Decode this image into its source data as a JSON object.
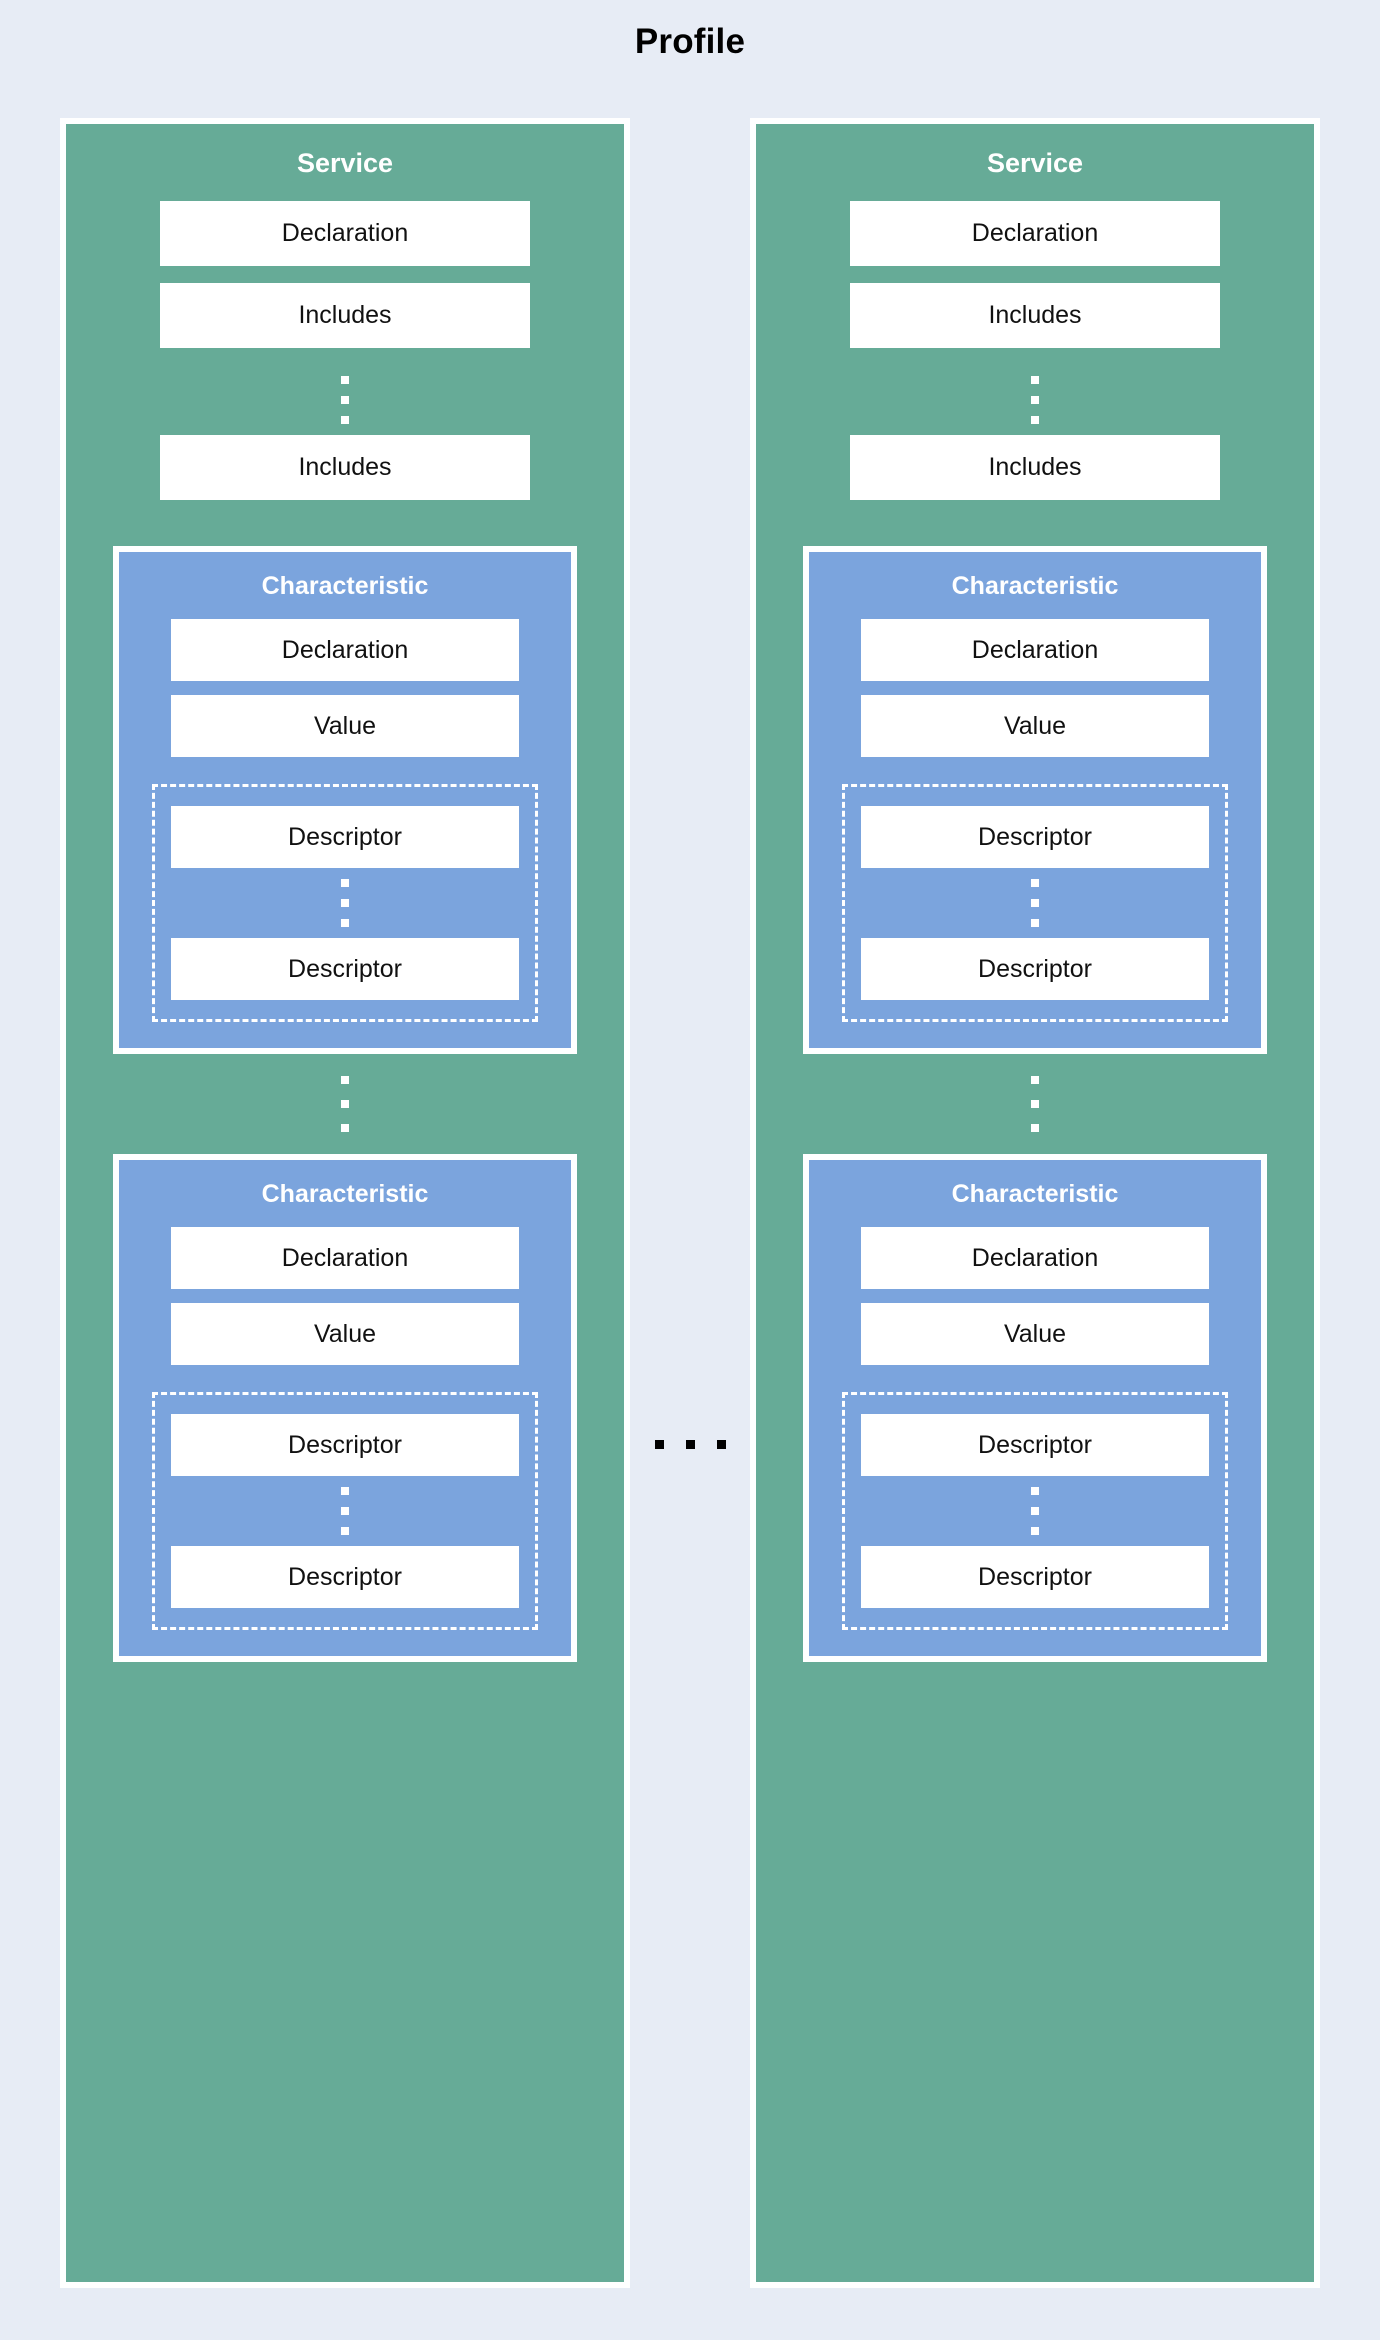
{
  "diagram": {
    "title": "Profile",
    "background_color": "#e7ecf5",
    "service_color": "#66ab97",
    "characteristic_color": "#7ba4dd",
    "box_color": "#ffffff",
    "border_color": "#ffffff",
    "continuation_marker": "...",
    "services": [
      {
        "title": "Service",
        "items": [
          {
            "label": "Declaration"
          },
          {
            "label": "Includes"
          },
          {
            "label": "Includes"
          }
        ],
        "characteristics": [
          {
            "title": "Characteristic",
            "items": [
              {
                "label": "Declaration"
              },
              {
                "label": "Value"
              }
            ],
            "descriptors": [
              {
                "label": "Descriptor"
              },
              {
                "label": "Descriptor"
              }
            ]
          },
          {
            "title": "Characteristic",
            "items": [
              {
                "label": "Declaration"
              },
              {
                "label": "Value"
              }
            ],
            "descriptors": [
              {
                "label": "Descriptor"
              },
              {
                "label": "Descriptor"
              }
            ]
          }
        ]
      },
      {
        "title": "Service",
        "items": [
          {
            "label": "Declaration"
          },
          {
            "label": "Includes"
          },
          {
            "label": "Includes"
          }
        ],
        "characteristics": [
          {
            "title": "Characteristic",
            "items": [
              {
                "label": "Declaration"
              },
              {
                "label": "Value"
              }
            ],
            "descriptors": [
              {
                "label": "Descriptor"
              },
              {
                "label": "Descriptor"
              }
            ]
          },
          {
            "title": "Characteristic",
            "items": [
              {
                "label": "Declaration"
              },
              {
                "label": "Value"
              }
            ],
            "descriptors": [
              {
                "label": "Descriptor"
              },
              {
                "label": "Descriptor"
              }
            ]
          }
        ]
      }
    ]
  }
}
